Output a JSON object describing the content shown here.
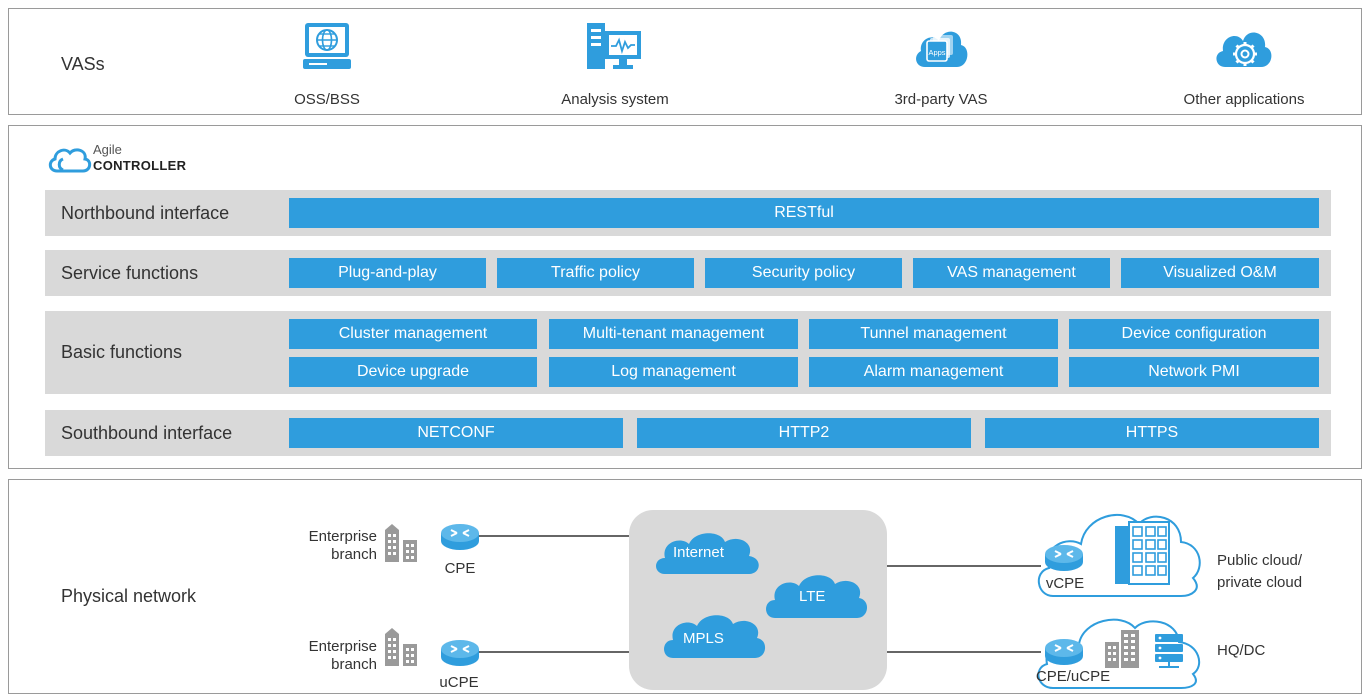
{
  "vas": {
    "title": "VASs",
    "items": [
      {
        "label": "OSS/BSS",
        "icon": "computer-globe-icon"
      },
      {
        "label": "Analysis system",
        "icon": "server-monitor-icon"
      },
      {
        "label": "3rd-party VAS",
        "icon": "apps-cloud-icon"
      },
      {
        "label": "Other applications",
        "icon": "gear-cloud-icon"
      }
    ],
    "apps_badge": "Apps"
  },
  "controller": {
    "logo_top": "Agile",
    "logo_bottom": "CONTROLLER",
    "rows": {
      "northbound": {
        "label": "Northbound interface",
        "cells": [
          "RESTful"
        ]
      },
      "service": {
        "label": "Service functions",
        "cells": [
          "Plug-and-play",
          "Traffic policy",
          "Security policy",
          "VAS management",
          "Visualized O&M"
        ]
      },
      "basic": {
        "label": "Basic functions",
        "cells": [
          "Cluster management",
          "Multi-tenant management",
          "Tunnel management",
          "Device configuration",
          "Device upgrade",
          "Log management",
          "Alarm management",
          "Network PMI"
        ]
      },
      "southbound": {
        "label": "Southbound interface",
        "cells": [
          "NETCONF",
          "HTTP2",
          "HTTPS"
        ]
      }
    }
  },
  "physical": {
    "title": "Physical network",
    "branch1": {
      "line1": "Enterprise",
      "line2": "branch",
      "device": "CPE"
    },
    "branch2": {
      "line1": "Enterprise",
      "line2": "branch",
      "device": "uCPE"
    },
    "wan": [
      "Internet",
      "LTE",
      "MPLS"
    ],
    "cloud1": {
      "device": "vCPE",
      "line1": "Public cloud/",
      "line2": "private cloud"
    },
    "cloud2": {
      "device": "CPE/uCPE",
      "label": "HQ/DC"
    }
  },
  "colors": {
    "accent": "#2f9ddd",
    "row_bg": "#d9d9d9",
    "wan_bg": "#d9d9d9"
  }
}
